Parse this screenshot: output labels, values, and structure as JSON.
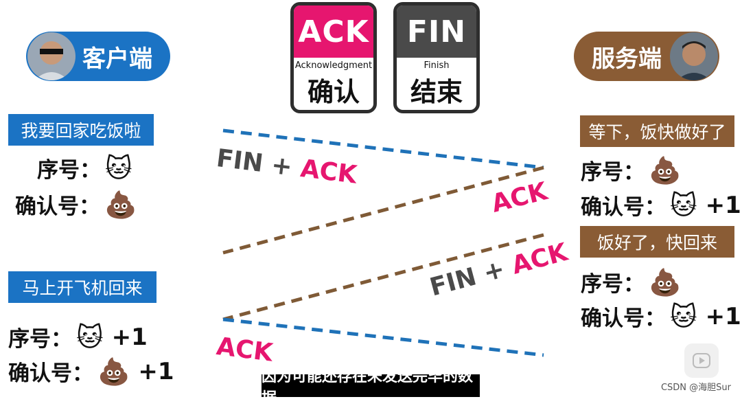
{
  "client": {
    "name": "客户端",
    "color": "#1b73c4"
  },
  "server": {
    "name": "服务端",
    "color": "#8a5c35"
  },
  "cards": [
    {
      "top": "ACK",
      "small": "Acknowledgment",
      "cn": "确认",
      "color": "#e6166f"
    },
    {
      "top": "FIN",
      "small": "Finish",
      "cn": "结束",
      "color": "#4a4a4a"
    }
  ],
  "client_steps": [
    {
      "message": "我要回家吃饭啦",
      "seq_label": "序号：",
      "seq_icon": "🐱",
      "seq_suffix": "",
      "ack_label": "确认号：",
      "ack_icon": "💩",
      "ack_suffix": ""
    },
    {
      "message": "马上开飞机回来",
      "seq_label": "序号：",
      "seq_icon": "🐱",
      "seq_suffix": "+1",
      "ack_label": "确认号：",
      "ack_icon": "💩",
      "ack_suffix": "+1"
    }
  ],
  "server_steps": [
    {
      "message": "等下，饭快做好了",
      "seq_label": "序号：",
      "seq_icon": "💩",
      "seq_suffix": "",
      "ack_label": "确认号：",
      "ack_icon": "🐱",
      "ack_suffix": "+1"
    },
    {
      "message": "饭好了，快回来",
      "seq_label": "序号：",
      "seq_icon": "💩",
      "seq_suffix": "",
      "ack_label": "确认号：",
      "ack_icon": "🐱",
      "ack_suffix": "+1"
    }
  ],
  "arrows": [
    {
      "fin": "FIN",
      "plus": "+",
      "ack": "ACK"
    },
    {
      "ack": "ACK"
    },
    {
      "fin": "FIN",
      "plus": "+",
      "ack": "ACK"
    },
    {
      "ack": "ACK"
    }
  ],
  "subtitle": "因为可能还存在未发送完毕的数据",
  "watermark": "CSDN @海胆Sur",
  "colors": {
    "blue": "#1b73c4",
    "brown": "#8a5c35",
    "pink": "#e6166f",
    "gray": "#4a4a4a",
    "line_blue": "#1f72b8",
    "line_brown": "#7f5a36"
  }
}
